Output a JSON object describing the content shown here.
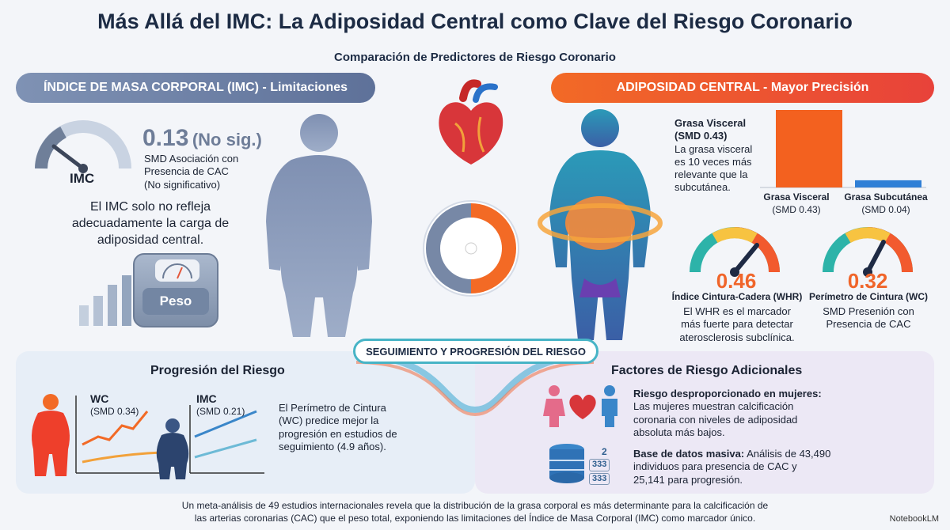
{
  "title": "Más Allá del IMC: La Adiposidad Central como Clave del Riesgo Coronario",
  "subtitle": "Comparación de Predictores de Riesgo Coronario",
  "left": {
    "header": "ÍNDICE DE MASA CORPORAL (IMC) - Limitaciones",
    "gauge_label": "IMC",
    "value": "0.13",
    "value_note": "(No sig.)",
    "desc": [
      "SMD Asociación con",
      "Presencia de CAC",
      "(No significativo)"
    ],
    "statement": [
      "El IMC solo no refleja",
      "adecuadamente la carga de",
      "adiposidad central."
    ],
    "scale_label": "Peso"
  },
  "right": {
    "header": "ADIPOSIDAD CENTRAL - Mayor Precisión",
    "visceral_title": "Grasa Visceral",
    "visceral_smd": "(SMD 0.43)",
    "visceral_desc": [
      "La grasa visceral",
      "es 10 veces más",
      "relevante que la",
      "subcutánea."
    ],
    "bars": [
      {
        "name": "Grasa Visceral",
        "smd": "(SMD 0.43)",
        "value": 0.43,
        "color": "#f3611f"
      },
      {
        "name": "Grasa Subcutánea",
        "smd": "(SMD 0.04)",
        "value": 0.04,
        "color": "#2f7fd6"
      }
    ],
    "whr_value": "0.46",
    "whr_label": "Índice Cintura-Cadera (WHR)",
    "whr_desc": [
      "El WHR es el marcador",
      "más fuerte para detectar",
      "aterosclerosis subclínica."
    ],
    "wc_value": "0.32",
    "wc_label": "Perímetro de Cintura (WC)",
    "wc_desc": [
      "SMD Presenión con",
      "Presencia de CAC"
    ]
  },
  "banner": "SEGUIMIENTO Y PROGRESIÓN DEL RIESGO",
  "progress": {
    "title": "Progresión del Riesgo",
    "wc_label": "WC",
    "wc_smd": "(SMD 0.34)",
    "imc_label": "IMC",
    "imc_smd": "(SMD 0.21)",
    "desc": [
      "El Perímetro de Cintura",
      "(WC) predice mejor la",
      "progresión en estudios de",
      "seguimiento (4.9 años)."
    ]
  },
  "factors": {
    "title": "Factores de Riesgo Adicionales",
    "women_title": "Riesgo desproporcionado en mujeres:",
    "women_desc": [
      "Las mujeres muestran calcificación",
      "coronaria con niveles de adiposidad",
      "absoluta más bajos."
    ],
    "db_title": "Base de datos masiva:",
    "db_desc_first": "Análisis de 43,490",
    "db_desc": [
      "individuos para presencia de CAC y",
      "25,141 para progresión."
    ],
    "db_digits": [
      "333",
      "333"
    ],
    "db_exp": "2"
  },
  "footer": [
    "Un meta-análisis de 49 estudios internacionales revela que la distribución de la grasa corporal es más determinante para la calcificación de",
    "las arterias coronarias (CAC) que el peso total, exponiendo las limitaciones del Índice de Masa Corporal (IMC) como marcador único."
  ],
  "brand": "NotebookLM"
}
